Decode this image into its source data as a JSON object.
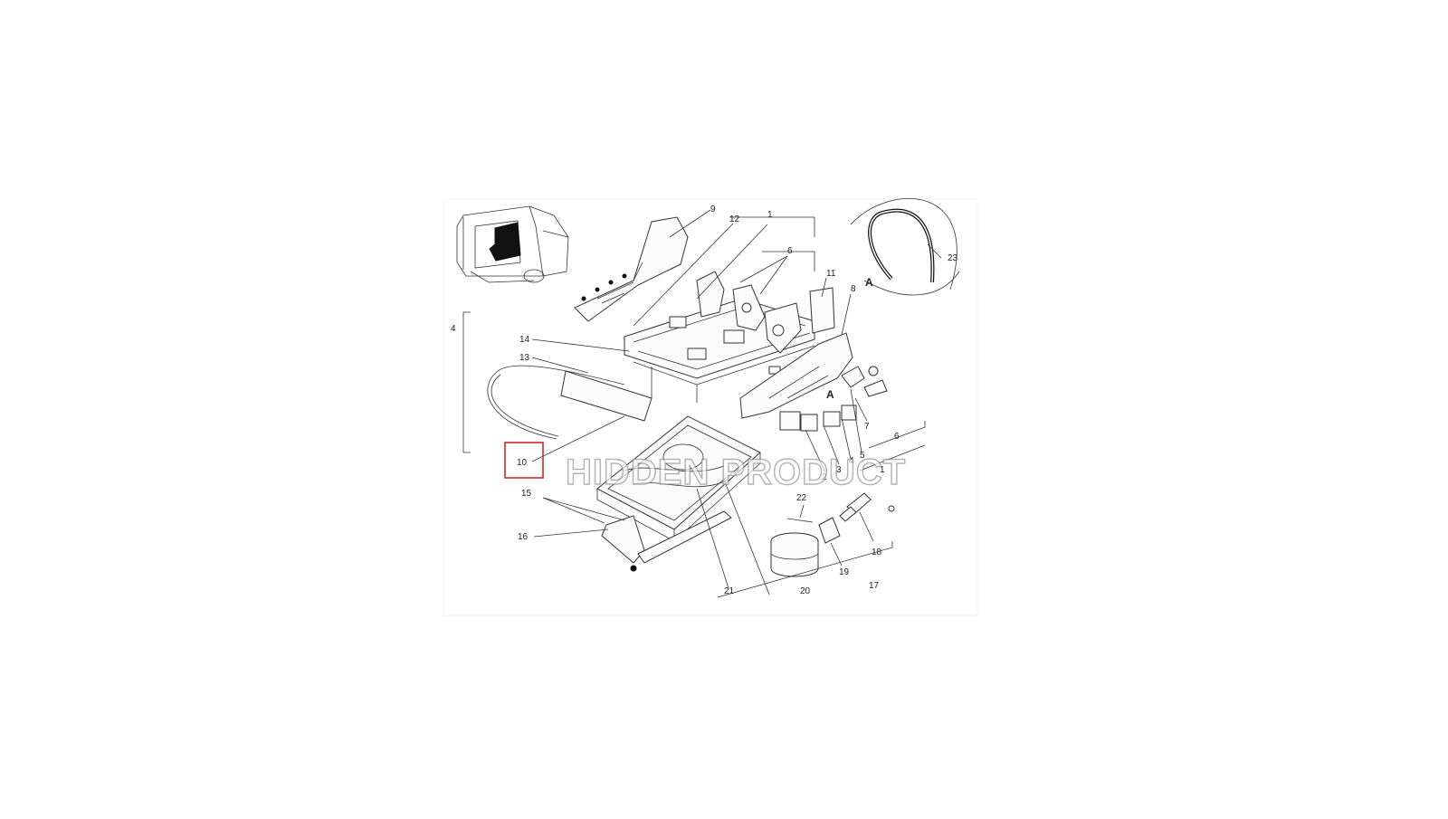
{
  "diagram": {
    "callouts": {
      "c1a": "1",
      "c1b": "1",
      "c2": "2",
      "c3": "3",
      "c4a": "4",
      "c4b": "4",
      "c5": "5",
      "c6a": "6",
      "c6b": "6",
      "c7": "7",
      "c8": "8",
      "c9": "9",
      "c10": "10",
      "c11": "11",
      "c12": "12",
      "c13": "13",
      "c14": "14",
      "c15": "15",
      "c16": "16",
      "c17": "17",
      "c18": "18",
      "c19": "19",
      "c20": "20",
      "c21": "21",
      "c22": "22",
      "c23": "23"
    },
    "detail_markers": {
      "a1": "A",
      "a2": "A"
    },
    "highlighted_callout": "10",
    "highlight_color": "#d9262c",
    "line_color": "#333333"
  },
  "watermark": {
    "text": "HIDDEN PRODUCT"
  },
  "icons": {
    "vehicle_locator": "truck-cab-seat-icon"
  }
}
